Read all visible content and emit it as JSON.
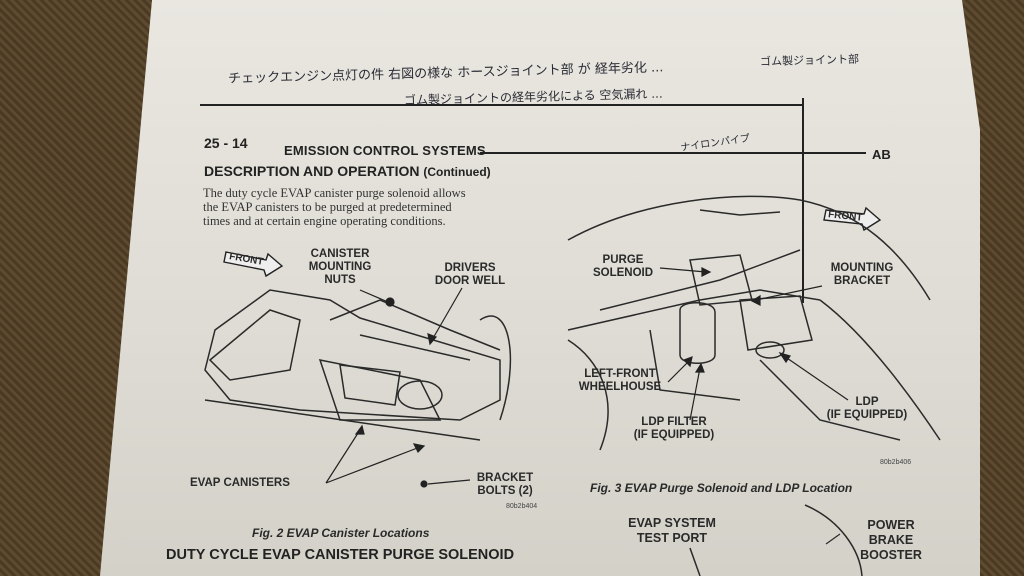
{
  "handwritten": {
    "line1": "チェックエンジン点灯の件  右図の様な ホースジョイント部 が 経年劣化 ...",
    "line2": "ゴム製ジョイントの経年劣化による 空気漏れ ...",
    "rubber_joint": "ゴム製ジョイント部",
    "nylon_pipe": "ナイロンパイプ"
  },
  "header": {
    "page": "25 - 14",
    "section": "EMISSION CONTROL SYSTEMS",
    "code": "AB"
  },
  "description": {
    "heading": "DESCRIPTION AND OPERATION",
    "continued": "(Continued)",
    "lines": [
      "The duty cycle EVAP canister purge solenoid allows",
      "the EVAP canisters to be purged at predetermined",
      "times and at certain engine operating conditions."
    ]
  },
  "fig2": {
    "front": "FRONT",
    "canister_nuts": [
      "CANISTER",
      "MOUNTING",
      "NUTS"
    ],
    "drivers_door_well": [
      "DRIVERS",
      "DOOR WELL"
    ],
    "evap_canisters": "EVAP CANISTERS",
    "bracket_bolts": [
      "BRACKET",
      "BOLTS (2)"
    ],
    "code": "80b2b404",
    "caption": "Fig. 2 EVAP Canister Locations"
  },
  "fig3": {
    "front": "FRONT",
    "purge_solenoid": [
      "PURGE",
      "SOLENOID"
    ],
    "mounting_bracket": [
      "MOUNTING",
      "BRACKET"
    ],
    "left_front_wheelhouse": [
      "LEFT-FRONT",
      "WHEELHOUSE"
    ],
    "ldp_filter": [
      "LDP FILTER",
      "(IF EQUIPPED)"
    ],
    "ldp": [
      "LDP",
      "(IF EQUIPPED)"
    ],
    "code": "80b2b406",
    "caption": "Fig. 3 EVAP Purge Solenoid and LDP Location"
  },
  "bottom": {
    "heading": "DUTY CYCLE EVAP CANISTER PURGE SOLENOID",
    "evap_test_port": [
      "EVAP SYSTEM",
      "TEST PORT"
    ],
    "power_brake_booster": [
      "POWER",
      "BRAKE",
      "BOOSTER"
    ]
  }
}
